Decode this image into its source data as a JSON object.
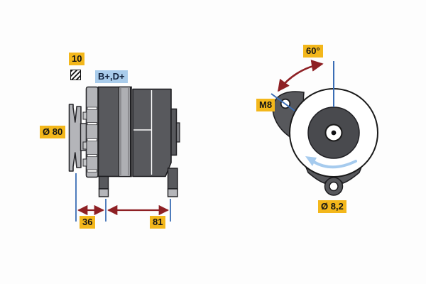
{
  "labels": {
    "belt_width": "10",
    "terminals": "B+,D+",
    "pulley_diameter": "Ø 80",
    "dim_front": "36",
    "dim_rear": "81",
    "mount_angle": "60°",
    "thread_size": "M8",
    "mount_hole_diameter": "Ø 8,2"
  },
  "icons": {
    "hatch_icon": "diagonal-hatch-pattern"
  },
  "colors": {
    "label_yellow": "#F3B71B",
    "terminal_label_blue": "#A9CCEB",
    "dimension_red": "#8E2024",
    "dimension_blue": "#3A6DB5",
    "rotation_arrow_blue": "#A6CBEE",
    "part_dark_gray": "#58595D",
    "part_light_gray": "#B4B5B9"
  }
}
